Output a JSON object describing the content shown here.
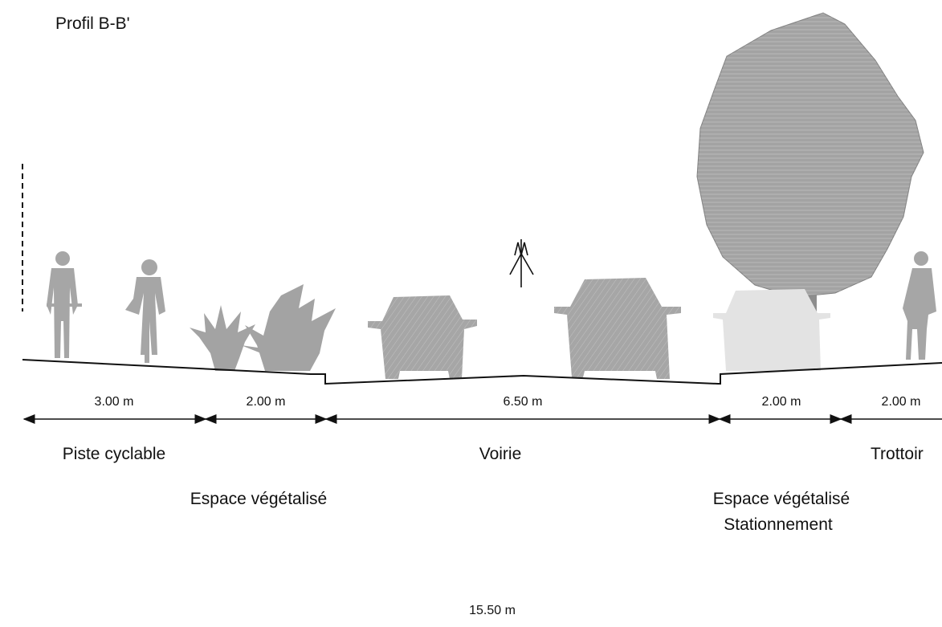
{
  "title": "Profil B-B'",
  "dimensions": [
    "3.00 m",
    "2.00 m",
    "6.50 m",
    "2.00 m",
    "2.00 m"
  ],
  "zones": {
    "piste": "Piste cyclable",
    "espace_gauche": "Espace végétalisé",
    "voirie": "Voirie",
    "espace_droite": "Espace végétalisé",
    "stationnement": "Stationnement",
    "trottoir": "Trottoir"
  },
  "total_width": "15.50 m",
  "icons": [
    "cyclist-figure",
    "plant-icon",
    "car-front-icon",
    "tree-icon",
    "pedestrian-figure",
    "north-arrow-icon",
    "height-marker"
  ],
  "colors": {
    "line": "#111111",
    "figure": "#a6a6a6",
    "figure_light": "#c4c4c4",
    "tree": "#9e9e9e",
    "hatch": "#ffffff"
  }
}
